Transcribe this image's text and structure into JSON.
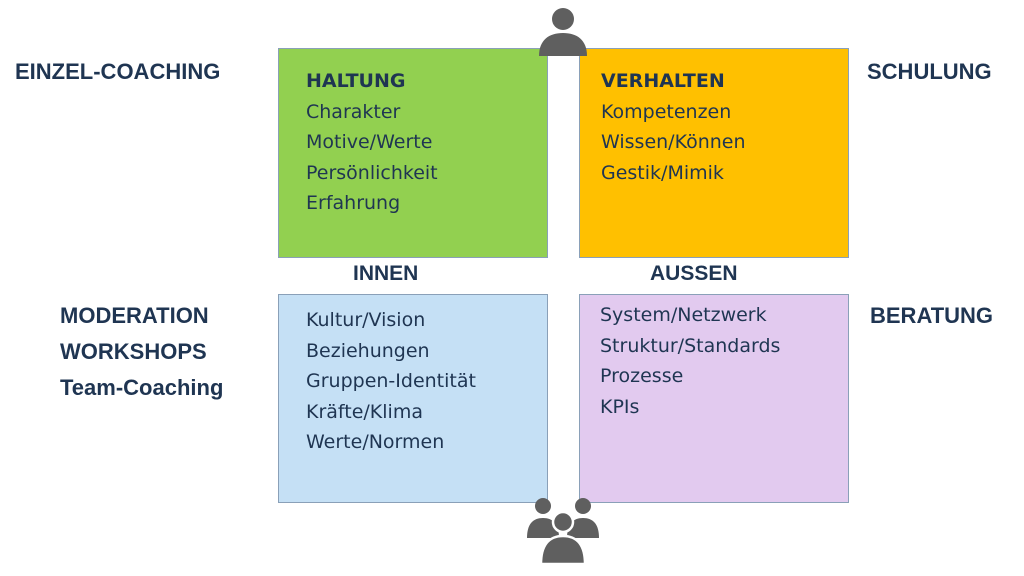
{
  "labels": {
    "einzel": "EINZEL-COACHING",
    "schulung": "SCHULUNG",
    "moderation": "MODERATION",
    "workshops": "WORKSHOPS",
    "team": "Team-Coaching",
    "beratung": "BERATUNG",
    "innen": "INNEN",
    "aussen": "AUSSEN"
  },
  "quadrants": {
    "haltung": {
      "heading": "HALTUNG",
      "items": [
        "Charakter",
        "Motive/Werte",
        "Persönlichkeit",
        "Erfahrung"
      ]
    },
    "verhalten": {
      "heading": "VERHALTEN",
      "items": [
        "Kompetenzen",
        "Wissen/Können",
        "Gestik/Mimik"
      ]
    },
    "kultur": {
      "items": [
        "Kultur/Vision",
        "Beziehungen",
        "Gruppen-Identität",
        "Kräfte/Klima",
        "Werte/Normen"
      ]
    },
    "system": {
      "items": [
        "System/Netzwerk",
        "Struktur/Standards",
        "Prozesse",
        "KPIs"
      ]
    }
  },
  "colors": {
    "haltung": "#92d050",
    "verhalten": "#ffc000",
    "kultur": "#c5e0f5",
    "system": "#e2caef",
    "text": "#1f3552",
    "icon": "#5f5f5f"
  },
  "icons": {
    "top": "person-icon",
    "bottom": "group-icon"
  }
}
